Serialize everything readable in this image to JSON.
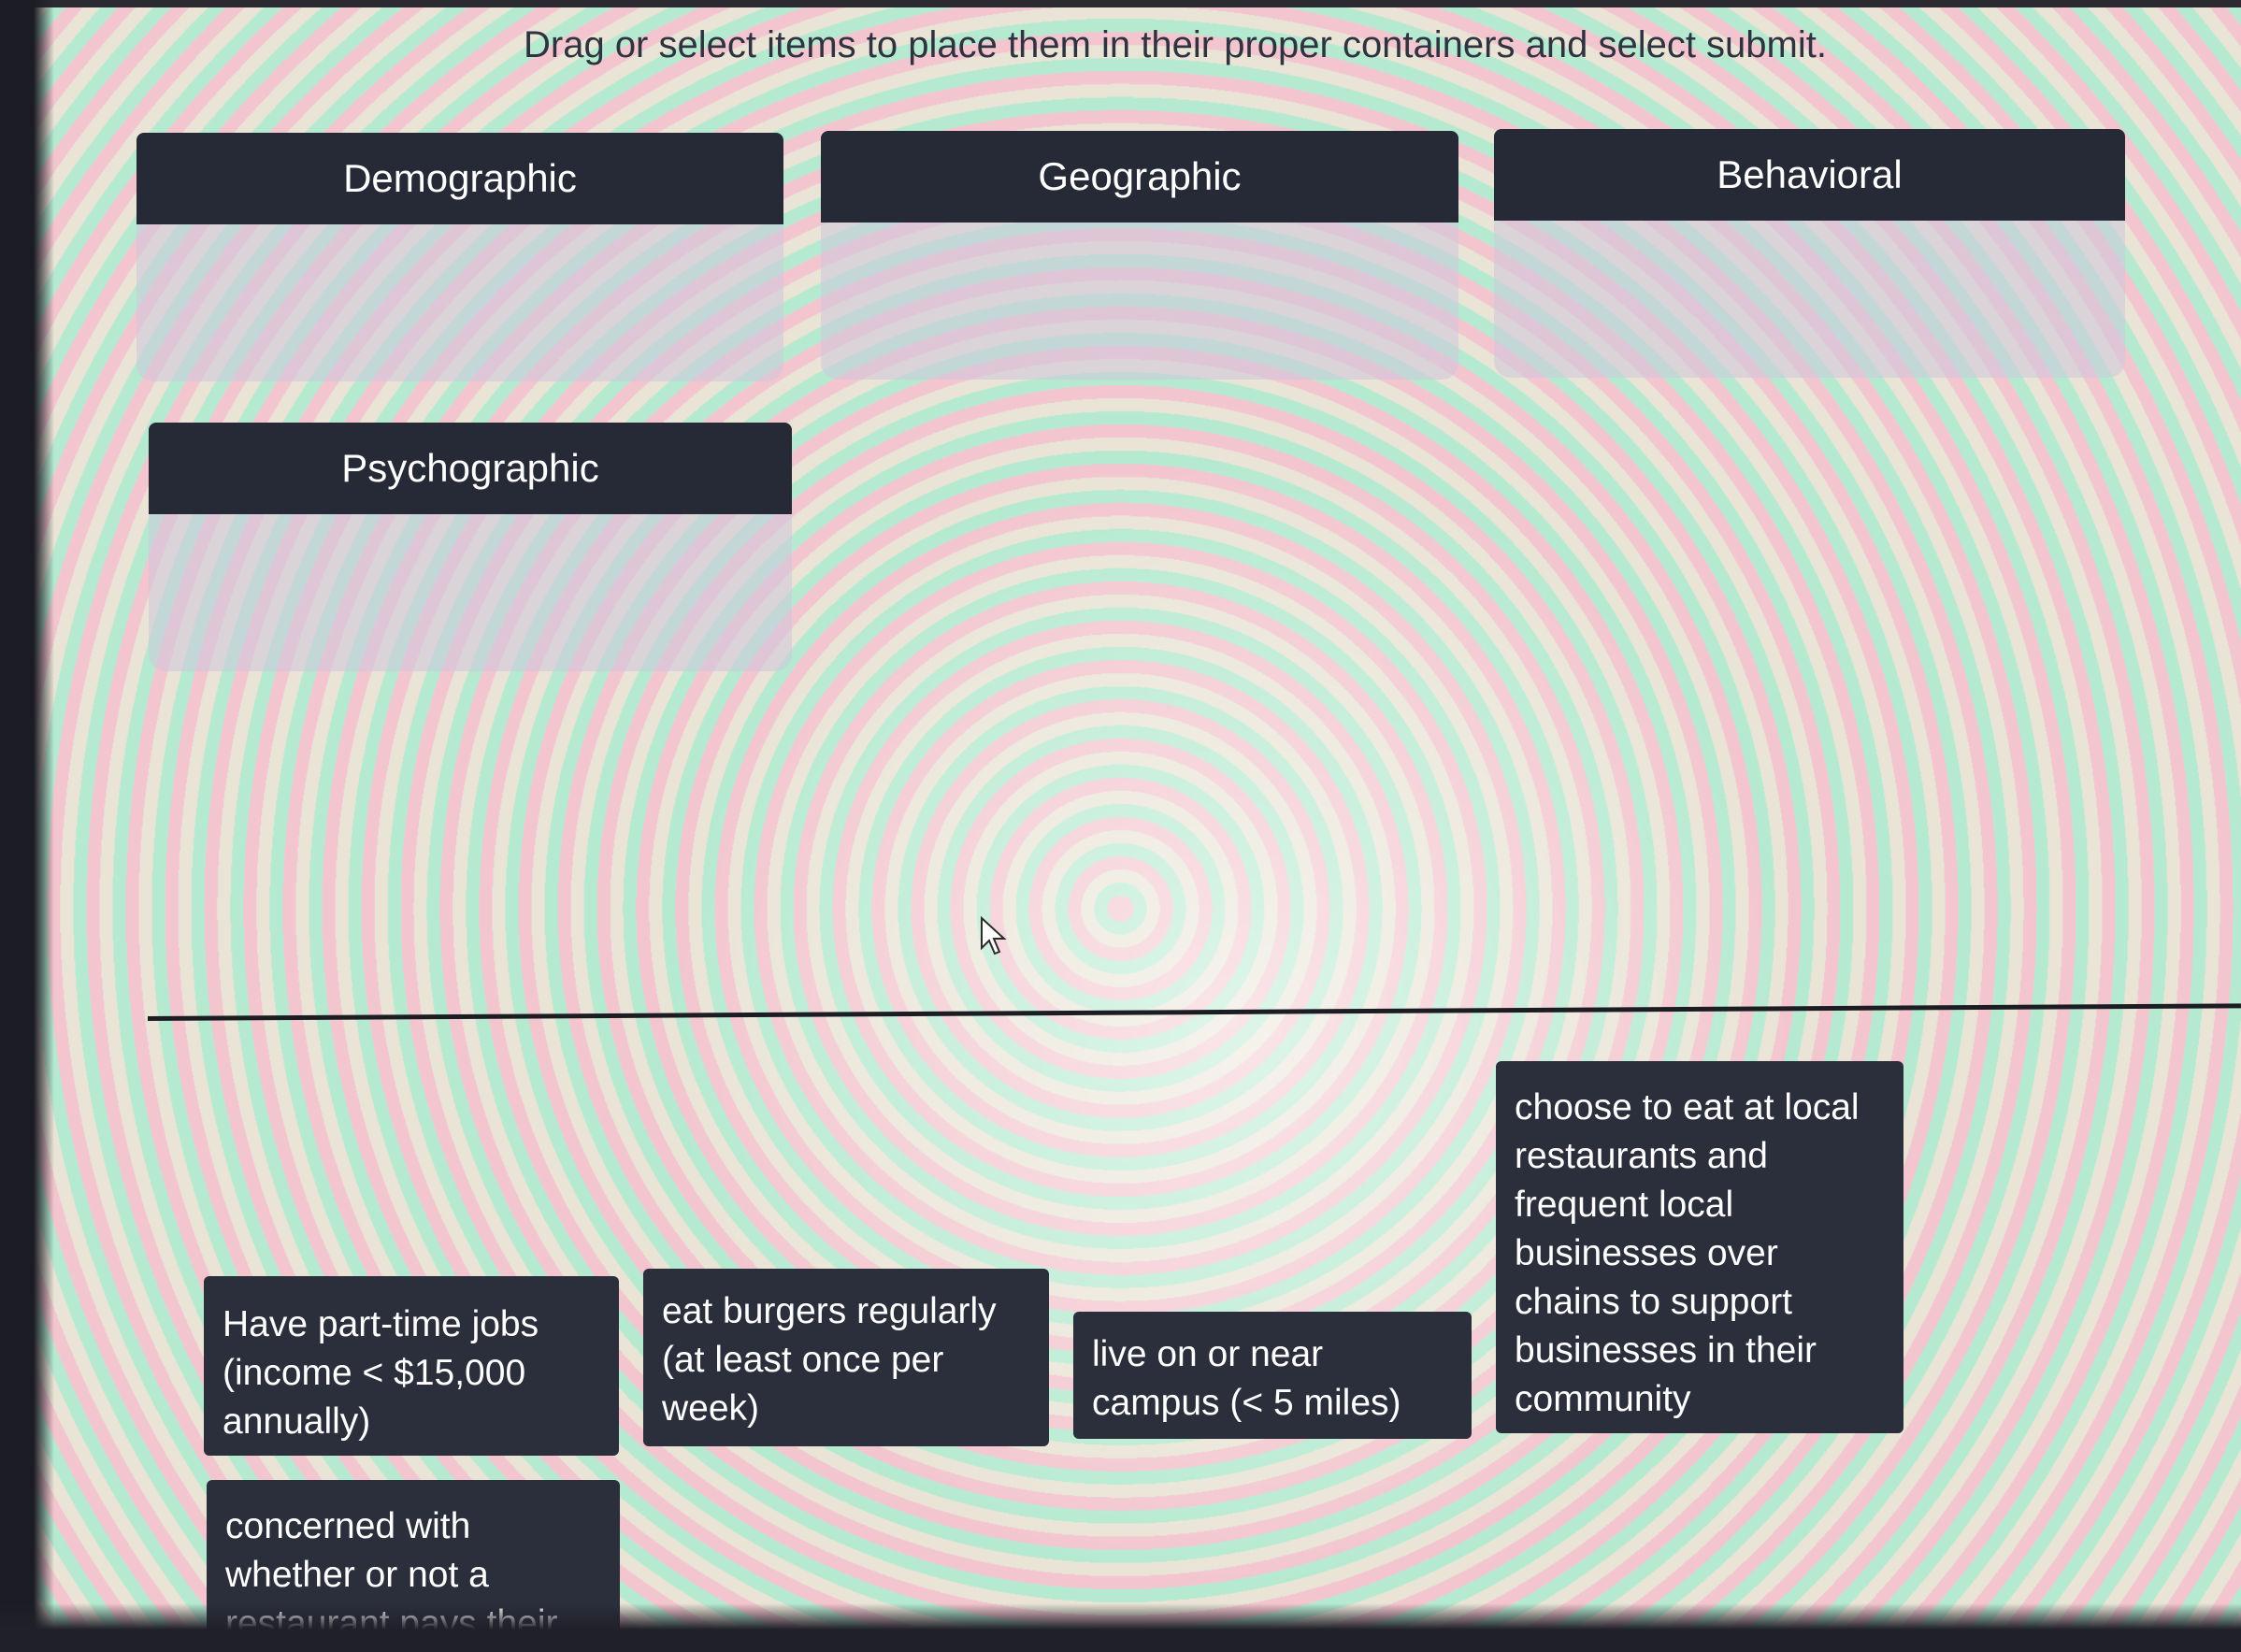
{
  "instruction": "Drag or select items to place them in their proper containers and select submit.",
  "categories": [
    {
      "label": "Demographic"
    },
    {
      "label": "Geographic"
    },
    {
      "label": "Behavioral"
    },
    {
      "label": "Psychographic"
    }
  ],
  "items": [
    {
      "text": "Have part-time jobs (income < $15,000 annually)"
    },
    {
      "text": "eat burgers regularly (at least once per week)"
    },
    {
      "text": "live on or near campus (< 5 miles)"
    },
    {
      "text": "choose to eat at local restaurants and frequent local businesses over chains to support businesses in their community"
    },
    {
      "text": "concerned with whether or not a restaurant pays their"
    }
  ],
  "colors": {
    "header_bg": "#262a36",
    "card_bg": "#2b2f3c",
    "text_light": "#ffffff",
    "instruction_text": "#2f3340"
  },
  "icons": {
    "cursor": "pointer-cursor-icon"
  }
}
